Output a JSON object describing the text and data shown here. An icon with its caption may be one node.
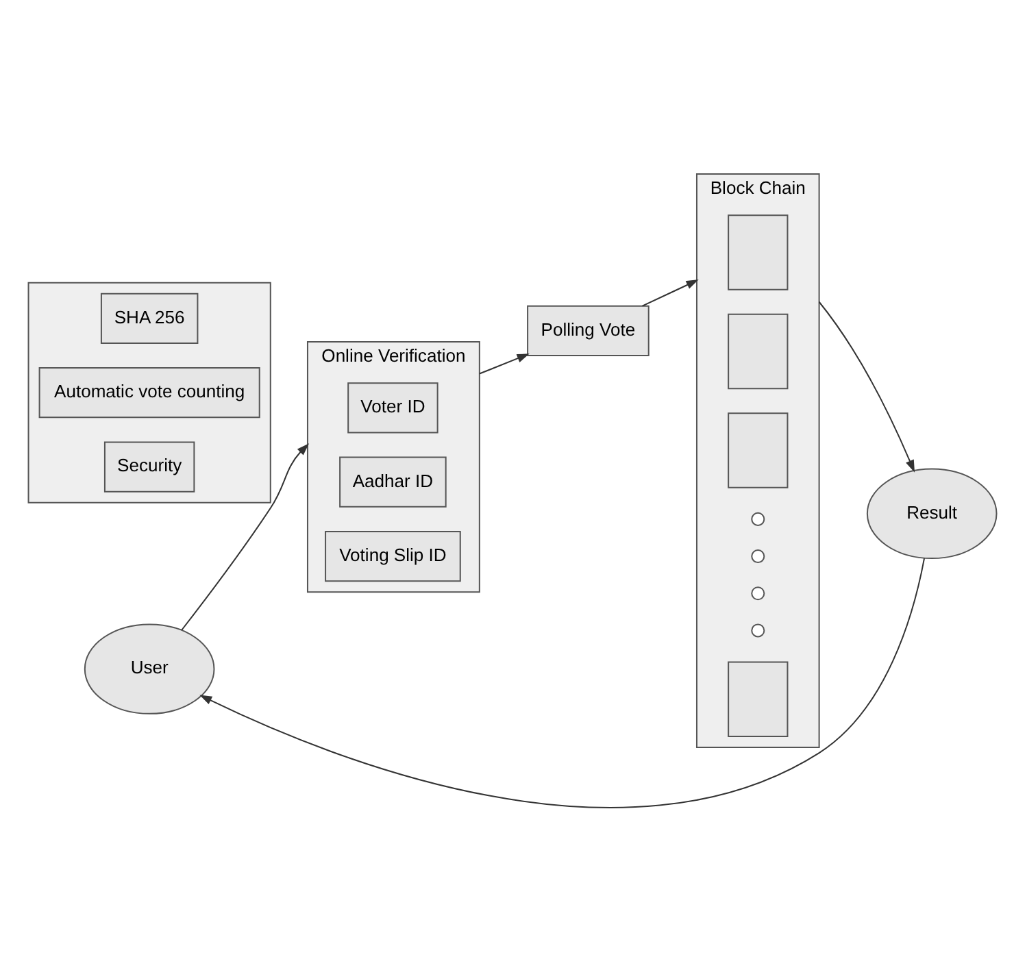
{
  "diagram": {
    "nodes": [
      {
        "text": [
          "User"
        ]
      },
      {
        "text": [
          "Result"
        ]
      },
      {
        "text": [
          "Block Chain"
        ]
      },
      {
        "text": [],
        "shape": "box",
        "in": 2
      },
      {
        "text": [],
        "shape": "box",
        "in": 2
      },
      {
        "text": [],
        "shape": "box",
        "in": 2
      },
      {
        "text": [],
        "shape": "circle",
        "in": 2
      },
      {
        "text": [],
        "shape": "circle",
        "in": 2
      },
      {
        "text": [],
        "shape": "circle",
        "in": 2
      },
      {
        "text": [],
        "shape": "circle",
        "in": 2
      },
      {
        "text": [],
        "shape": "box",
        "in": 2
      },
      {
        "text": [],
        "shape": "box"
      },
      {
        "text": [
          "SHA 256"
        ],
        "in": 11
      },
      {
        "text": [
          "Automatic vote counting"
        ],
        "in": 11
      },
      {
        "text": [
          "Security"
        ],
        "in": 11
      },
      {
        "text": [
          "Online Verification"
        ]
      },
      {
        "text": [
          "Voter ID"
        ],
        "in": 15
      },
      {
        "text": [
          "Aadhar ID"
        ],
        "in": 15
      },
      {
        "text": [
          "Voting Slip ID"
        ],
        "in": 15
      },
      {
        "text": [
          "Polling Vote"
        ]
      }
    ],
    "edges": [
      {
        "from": 2,
        "to": 1,
        "arrow": "to"
      },
      {
        "from": 1,
        "to": 0,
        "arrow": "to"
      },
      {
        "from": 0,
        "to": 15,
        "arrow": "to"
      },
      {
        "from": 15,
        "to": 19,
        "arrow": "to"
      },
      {
        "from": 19,
        "to": 2,
        "arrow": "to"
      }
    ]
  }
}
